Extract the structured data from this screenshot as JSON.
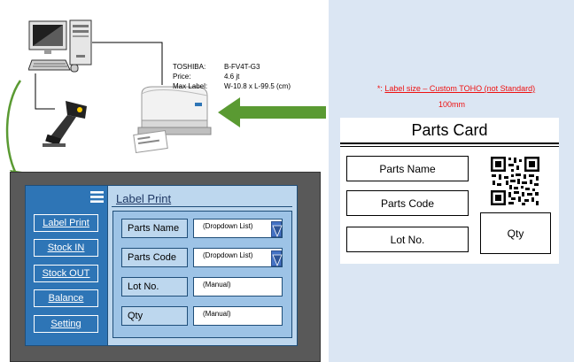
{
  "printer": {
    "brand_label": "TOSHIBA:",
    "model": "B-FV4T-G3",
    "price_label": "Price:",
    "price": "4.6 jt",
    "max_label_label": "Max Label:",
    "max_label": "W-10.8 x L-99.5 (cm)"
  },
  "label_note": {
    "asterisk": "*",
    "prefix": ": ",
    "text": "Label size – Custom TOHO (not Standard)",
    "size": "100mm"
  },
  "parts_card": {
    "title": "Parts Card",
    "fields": [
      "Parts Name",
      "Parts Code",
      "Lot No."
    ],
    "qty_label": "Qty"
  },
  "app": {
    "nav": [
      "Label Print",
      "Stock IN",
      "Stock OUT",
      "Balance",
      "Setting"
    ],
    "title": "Label Print",
    "rows": [
      {
        "label": "Parts Name",
        "value": "(Dropdown List)"
      },
      {
        "label": "Parts Code",
        "value": "(Dropdown List)"
      },
      {
        "label": "Lot No.",
        "value": "(Manual)"
      },
      {
        "label": "Qty",
        "value": "(Manual)"
      }
    ]
  },
  "colors": {
    "arrow": "#5a9a32",
    "sidebar": "#2e75b6",
    "main": "#bdd7ee",
    "form": "#9dc3e6",
    "frame": "#595959",
    "note": "#e11111"
  },
  "icons": [
    "computer-icon",
    "barcode-scanner-icon",
    "label-printer-icon",
    "qr-code-icon",
    "hamburger-menu-icon",
    "dropdown-arrow-icon"
  ]
}
